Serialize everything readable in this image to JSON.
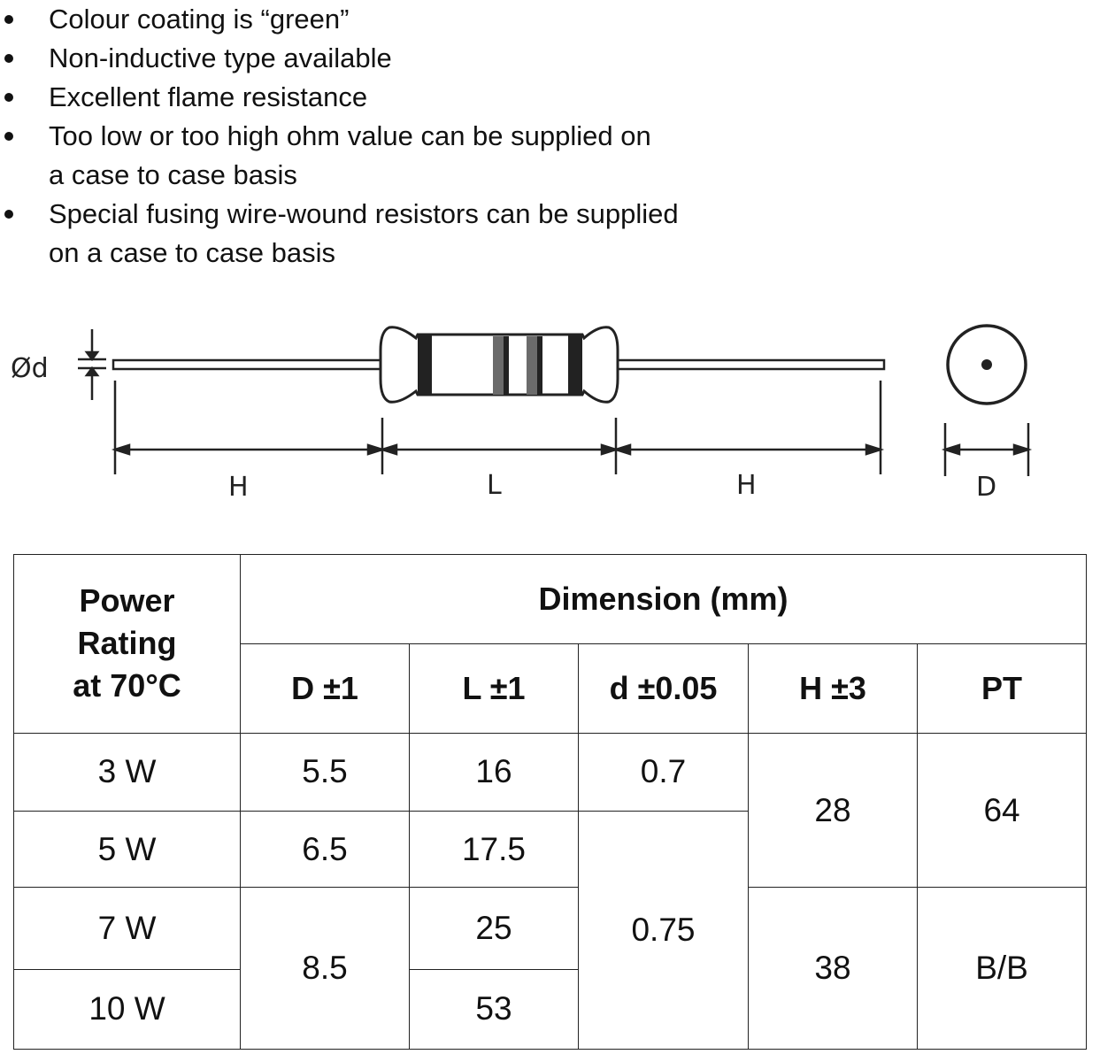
{
  "bullets": [
    {
      "lines": [
        "Colour coating is “green”"
      ]
    },
    {
      "lines": [
        "Non-inductive type available"
      ]
    },
    {
      "lines": [
        "Excellent flame resistance"
      ]
    },
    {
      "lines": [
        "Too low or too high ohm value can be supplied on",
        "a case to case basis"
      ]
    },
    {
      "lines": [
        "Special fusing wire-wound resistors can be supplied",
        "on a case to case basis"
      ]
    }
  ],
  "drawing": {
    "lead_diameter_label": "Ød",
    "left_lead_label": "H",
    "body_length_label": "L",
    "right_lead_label": "H",
    "diameter_label": "D",
    "band_color": "#6b6b6b"
  },
  "table": {
    "power_header_lines": [
      "Power",
      "Rating",
      "at 70°C"
    ],
    "dimension_header": "Dimension (mm)",
    "columns": [
      "D ±1",
      "L ±1",
      "d ±0.05",
      "H ±3",
      "PT"
    ],
    "power": [
      "3 W",
      "5 W",
      "7 W",
      "10 W"
    ],
    "D": [
      "5.5",
      "6.5",
      "8.5"
    ],
    "L": [
      "16",
      "17.5",
      "25",
      "53"
    ],
    "d": [
      "0.7",
      "0.75"
    ],
    "H": [
      "28",
      "38"
    ],
    "PT": [
      "64",
      "B/B"
    ]
  }
}
